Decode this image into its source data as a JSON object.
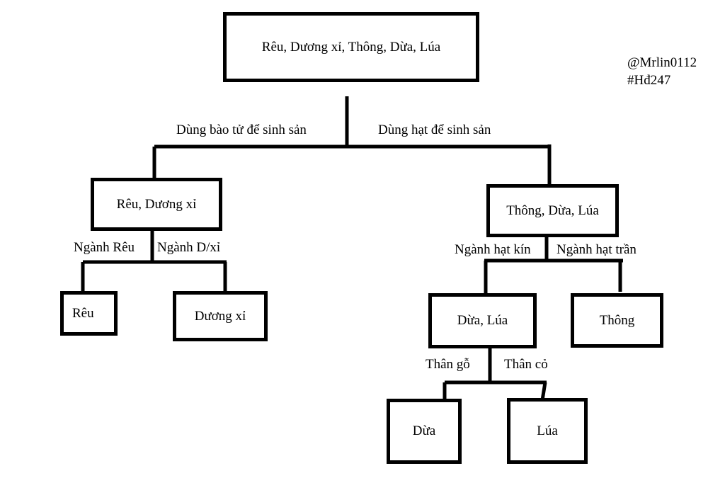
{
  "nodes": {
    "root": "Rêu, Dương xỉ, Thông, Dừa, Lúa",
    "spore_group": "Rêu, Dương xỉ",
    "seed_group": "Thông, Dừa, Lúa",
    "reu": "Rêu",
    "duong_xi": "Dương xỉ",
    "dua_lua": "Dừa, Lúa",
    "thong": "Thông",
    "dua": "Dừa",
    "lua": "Lúa"
  },
  "edges": {
    "spores": "Dùng bào tử để sinh sản",
    "seeds": "Dùng hạt để sinh sản",
    "nganh_reu": "Ngành Rêu",
    "nganh_dxi": "Ngành D/xỉ",
    "hat_kin": "Ngành hạt kín",
    "hat_tran": "Ngành hạt trần",
    "than_go": "Thân gỗ",
    "than_co": "Thân cỏ"
  },
  "watermark": {
    "line1": "@Mrlin0112",
    "line2": "#Hđ247"
  }
}
